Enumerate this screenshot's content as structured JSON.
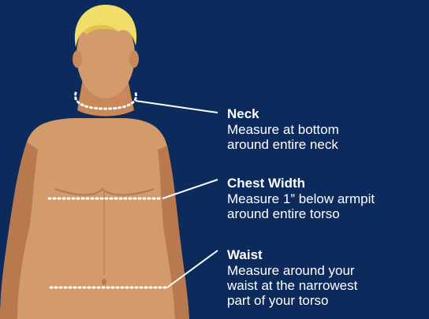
{
  "colors": {
    "background": "#0c2a5b",
    "skin": "#d39a6c",
    "skin_shadow": "#b7794d",
    "hair": "#f1de6a",
    "hair_shadow": "#e0c24c",
    "text": "#ffffff"
  },
  "labels": {
    "neck": {
      "title": "Neck",
      "desc_line1": "Measure at bottom",
      "desc_line2": "around entire neck"
    },
    "chest": {
      "title": "Chest Width",
      "desc_line1": "Measure 1” below armpit",
      "desc_line2": "around entire torso"
    },
    "waist": {
      "title": "Waist",
      "desc_line1": "Measure around your",
      "desc_line2": "waist at the narrowest",
      "desc_line3": "part of your torso"
    }
  }
}
